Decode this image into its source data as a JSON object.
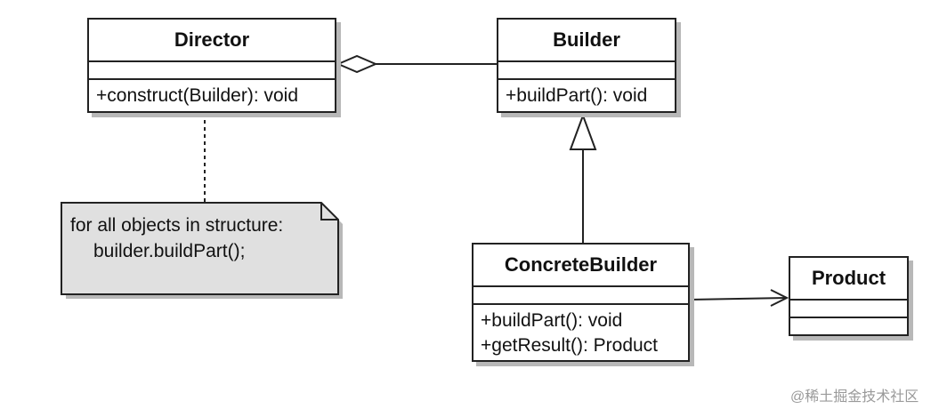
{
  "diagram": {
    "classes": {
      "director": {
        "name": "Director",
        "operations": [
          "+construct(Builder): void"
        ]
      },
      "builder": {
        "name": "Builder",
        "operations": [
          "+buildPart(): void"
        ]
      },
      "concrete_builder": {
        "name": "ConcreteBuilder",
        "operations": [
          "+buildPart(): void",
          "+getResult(): Product"
        ]
      },
      "product": {
        "name": "Product",
        "operations": []
      }
    },
    "note": {
      "lines": [
        "for all objects in structure:",
        "builder.buildPart();"
      ]
    },
    "relationships": [
      {
        "type": "aggregation",
        "from": "Director",
        "to": "Builder"
      },
      {
        "type": "generalization",
        "from": "ConcreteBuilder",
        "to": "Builder"
      },
      {
        "type": "association",
        "from": "ConcreteBuilder",
        "to": "Product"
      },
      {
        "type": "note-anchor",
        "from": "note",
        "to": "Director"
      }
    ],
    "colors": {
      "line": "#222222",
      "note_fill": "#e0e0e0",
      "shadow": "#b8b8b8"
    }
  },
  "watermark": "@稀土掘金技术社区"
}
